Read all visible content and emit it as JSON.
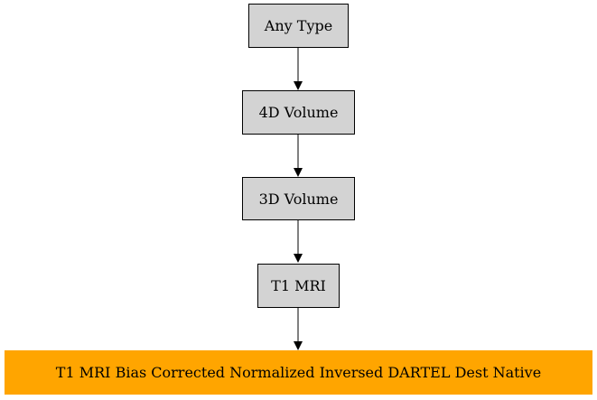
{
  "diagram": {
    "nodes": [
      {
        "label": "Any Type"
      },
      {
        "label": "4D Volume"
      },
      {
        "label": "3D Volume"
      },
      {
        "label": "T1 MRI"
      },
      {
        "label": "T1 MRI Bias Corrected Normalized Inversed DARTEL Dest Native"
      }
    ],
    "edges": [
      {
        "from": "Any Type",
        "to": "4D Volume"
      },
      {
        "from": "4D Volume",
        "to": "3D Volume"
      },
      {
        "from": "3D Volume",
        "to": "T1 MRI"
      },
      {
        "from": "T1 MRI",
        "to": "T1 MRI Bias Corrected Normalized Inversed DARTEL Dest Native"
      }
    ]
  },
  "colors": {
    "node_fill": "#d3d3d3",
    "highlight_fill": "#ffa500",
    "edge": "#000000"
  }
}
